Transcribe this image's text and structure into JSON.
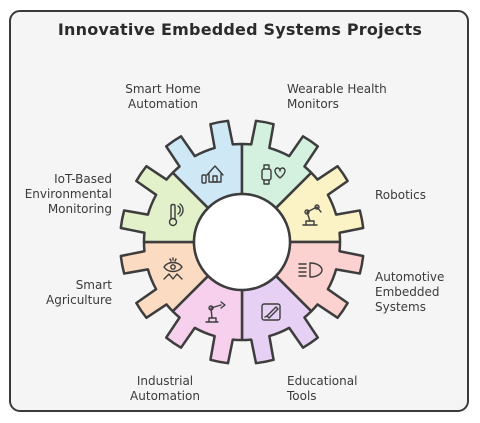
{
  "title": "Innovative Embedded Systems Projects",
  "segments": [
    {
      "label": "Smart Home\nAutomation",
      "color": "#cfe8f6",
      "icon": "smart-home-icon"
    },
    {
      "label": "Wearable Health\nMonitors",
      "color": "#d3f1de",
      "icon": "wearable-health-icon"
    },
    {
      "label": "Robotics",
      "color": "#fbf2c5",
      "icon": "robot-arm-icon"
    },
    {
      "label": "Automotive\nEmbedded\nSystems",
      "color": "#fbd2cf",
      "icon": "car-headlight-icon"
    },
    {
      "label": "Educational\nTools",
      "color": "#e6d1f5",
      "icon": "education-tablet-icon"
    },
    {
      "label": "Industrial\nAutomation",
      "color": "#f6d0ec",
      "icon": "industrial-arm-icon"
    },
    {
      "label": "Smart\nAgriculture",
      "color": "#fbdcc2",
      "icon": "agriculture-eye-icon"
    },
    {
      "label": "IoT-Based\nEnvironmental\nMonitoring",
      "color": "#e2f1c9",
      "icon": "thermometer-icon"
    }
  ]
}
